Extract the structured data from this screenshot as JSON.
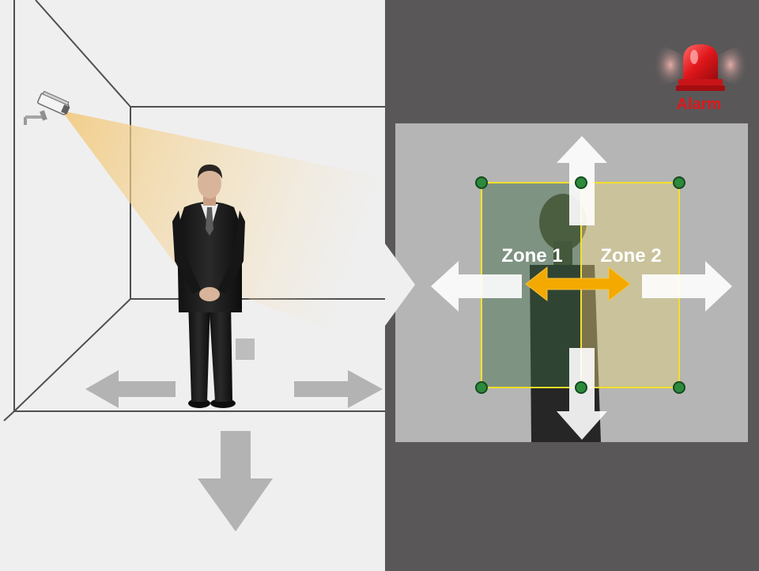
{
  "alarm": {
    "label": "Alarm",
    "light_color": "#e0171b"
  },
  "zones": [
    {
      "label": "Zone 1",
      "color": "#3d6b45"
    },
    {
      "label": "Zone 2",
      "color": "#e2d27c"
    }
  ],
  "colors": {
    "room_background": "#efefef",
    "room_lines": "#4f4f4f",
    "monitor_panel": "#5a5758",
    "camera_view": "#b5b5b5",
    "zone_border": "#f3e02a",
    "corner_handle": "#2d8a3c",
    "crossing_arrow": "#f3a900",
    "camera_beam": "#f2c777"
  },
  "icons": {
    "camera": "security-camera-icon",
    "alarm": "alarm-siren-icon",
    "person": "standing-person-figure"
  }
}
